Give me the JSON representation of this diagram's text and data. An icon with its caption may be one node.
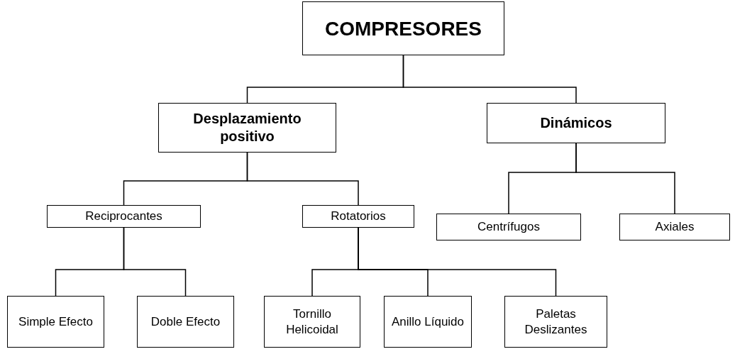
{
  "diagram": {
    "nodes": [
      {
        "text": [
          "COMPRESORES"
        ]
      },
      {
        "text": [
          "Desplazamiento positivo"
        ]
      },
      {
        "text": [
          "Dinámicos"
        ]
      },
      {
        "text": [
          "Reciprocantes"
        ]
      },
      {
        "text": [
          "Rotatorios"
        ]
      },
      {
        "text": [
          "Centrífugos"
        ]
      },
      {
        "text": [
          "Axiales"
        ]
      },
      {
        "text": [
          "Simple Efecto"
        ]
      },
      {
        "text": [
          "Doble Efecto"
        ]
      },
      {
        "text": [
          "Tornillo Helicoidal"
        ]
      },
      {
        "text": [
          "Anillo Líquido"
        ]
      },
      {
        "text": [
          "Paletas Deslizantes"
        ]
      }
    ],
    "edges": [
      {
        "from": 0,
        "to": 1,
        "arrow": "none"
      },
      {
        "from": 0,
        "to": 2,
        "arrow": "none"
      },
      {
        "from": 1,
        "to": 3,
        "arrow": "none"
      },
      {
        "from": 1,
        "to": 4,
        "arrow": "none"
      },
      {
        "from": 2,
        "to": 5,
        "arrow": "none"
      },
      {
        "from": 2,
        "to": 6,
        "arrow": "none"
      },
      {
        "from": 3,
        "to": 7,
        "arrow": "none"
      },
      {
        "from": 3,
        "to": 8,
        "arrow": "none"
      },
      {
        "from": 4,
        "to": 9,
        "arrow": "none"
      },
      {
        "from": 4,
        "to": 10,
        "arrow": "none"
      },
      {
        "from": 4,
        "to": 11,
        "arrow": "none"
      }
    ]
  }
}
